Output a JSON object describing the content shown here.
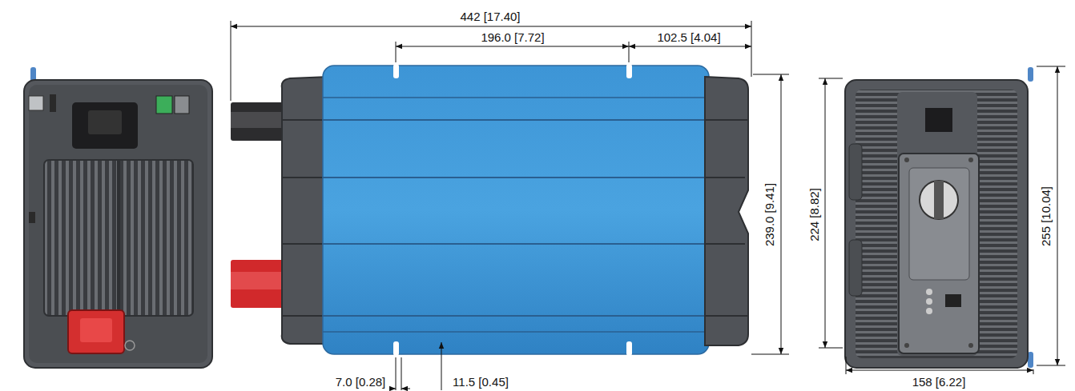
{
  "diagram": {
    "labels": [
      "442 [17.40]",
      "196.0 [7.72]",
      "102.5 [4.04]",
      "239.0 [9.41]",
      "224 [8.82]",
      "255 [10.04]",
      "158 [6.22]",
      "7.0 [0.28]",
      "11.5 [0.45]"
    ]
  }
}
